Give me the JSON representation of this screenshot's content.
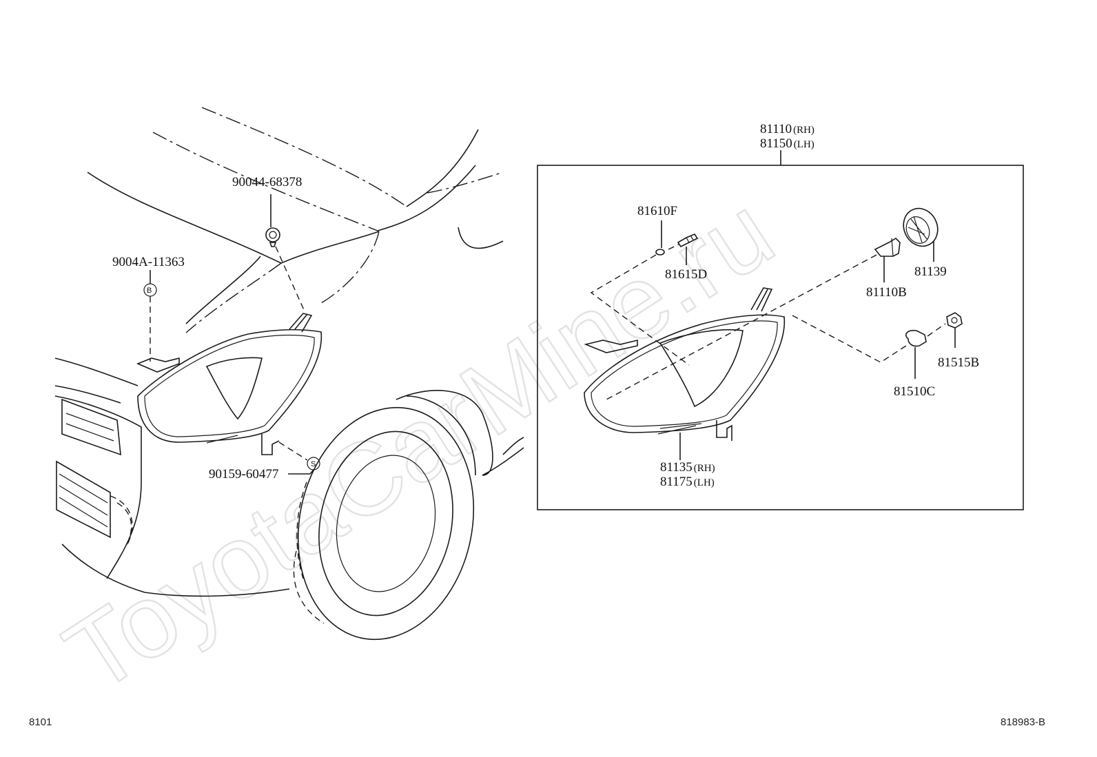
{
  "diagram": {
    "watermark": "ToyotaCarMine.ru",
    "corner_left_code": "8101",
    "corner_right_code": "818983-B",
    "assembly_box": {
      "label_rh_number": "81110",
      "label_rh_side": "(RH)",
      "label_lh_number": "81150",
      "label_lh_side": "(LH)"
    },
    "car_view": {
      "hood_clip": "90044-68378",
      "bracket_bolt": "9004A-11363",
      "bracket_marker": "B",
      "screw": "90159-60477",
      "screw_marker": "S"
    },
    "exploded_parts": {
      "bulb_small": "81610F",
      "bulb_socket": "81615D",
      "cap": "81139",
      "headlamp_bulb": "81110B",
      "socket_turn": "81515B",
      "bulb_turn": "81510C",
      "unit_rh_number": "81135",
      "unit_rh_side": "(RH)",
      "unit_lh_number": "81175",
      "unit_lh_side": "(LH)"
    }
  }
}
